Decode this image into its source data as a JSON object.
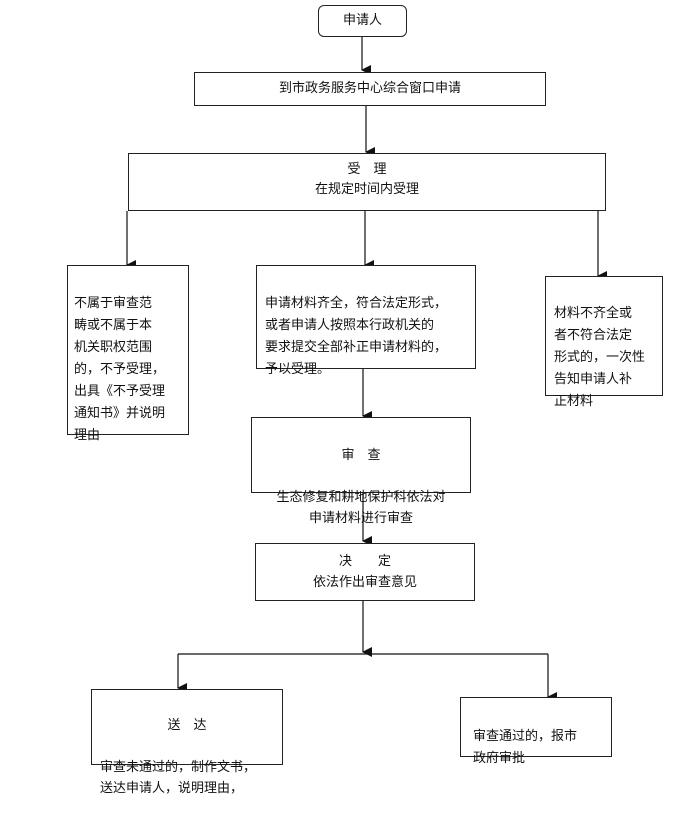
{
  "start": "申请人",
  "apply": "到市政务服务中心综合窗口申请",
  "accept": {
    "title": "受　理",
    "desc": "在规定时间内受理"
  },
  "left_branch": "不属于审查范\n畴或不属于本\n机关职权范围\n的，不予受理，\n出具《不予受理\n通知书》并说明\n理由",
  "middle_branch": "申请材料齐全，符合法定形式，\n或者申请人按照本行政机关的\n要求提交全部补正申请材料的，\n予以受理。",
  "right_branch": "材料不齐全或\n者不符合法定\n形式的，一次性\n告知申请人补\n正材料",
  "review": {
    "title": "审　查",
    "desc": "生态修复和耕地保护科依法对\n申请材料进行审查"
  },
  "decision": {
    "title": "决　　定",
    "desc": "依法作出审查意见"
  },
  "deliver": {
    "title": "送　达",
    "desc": "审查未通过的，制作文书，\n送达申请人，说明理由，"
  },
  "approve": "审查通过的，报市\n政府审批"
}
